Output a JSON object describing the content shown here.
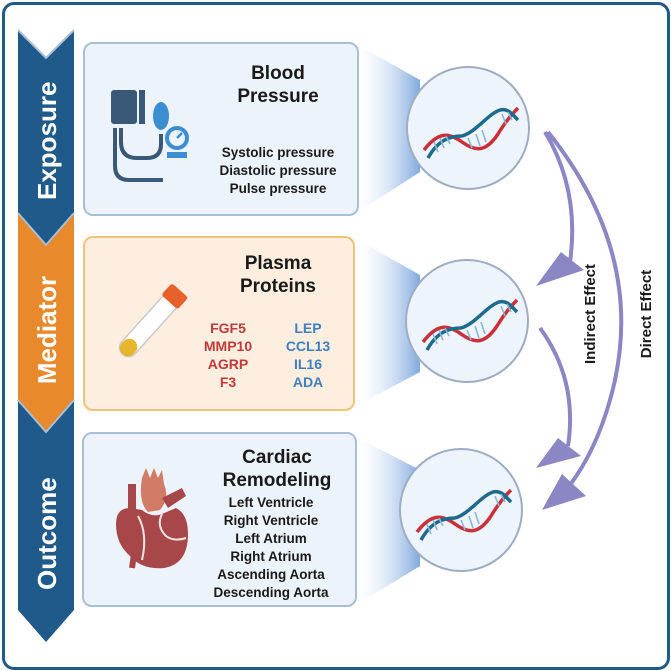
{
  "stages": [
    {
      "id": "exposure",
      "label": "Exposure",
      "color": "#1f5a8a",
      "title_line1": "Blood",
      "title_line2": "Pressure",
      "icon": "blood-pressure-monitor-icon",
      "items": [
        "Systolic pressure",
        "Diastolic pressure",
        "Pulse pressure"
      ]
    },
    {
      "id": "mediator",
      "label": "Mediator",
      "color": "#e8892b",
      "title_line1": "Plasma",
      "title_line2": "Proteins",
      "icon": "blood-sample-tube-icon",
      "proteins_left": [
        "FGF5",
        "MMP10",
        "AGRP",
        "F3"
      ],
      "proteins_right": [
        "LEP",
        "CCL13",
        "IL16",
        "ADA"
      ],
      "left_color": "#c0393b",
      "right_color": "#3f7fbf"
    },
    {
      "id": "outcome",
      "label": "Outcome",
      "color": "#1f5a8a",
      "title_line1": "Cardiac",
      "title_line2": "Remodeling",
      "icon": "heart-icon",
      "items": [
        "Left Ventricle",
        "Right Ventricle",
        "Left Atrium",
        "Right Atrium",
        "Ascending Aorta",
        "Descending Aorta"
      ]
    }
  ],
  "effects": {
    "indirect": "Indirect Effect",
    "direct": "Direct Effect",
    "arrow_color": "#8b86c4"
  },
  "dna_icon": "dna-double-helix-icon"
}
